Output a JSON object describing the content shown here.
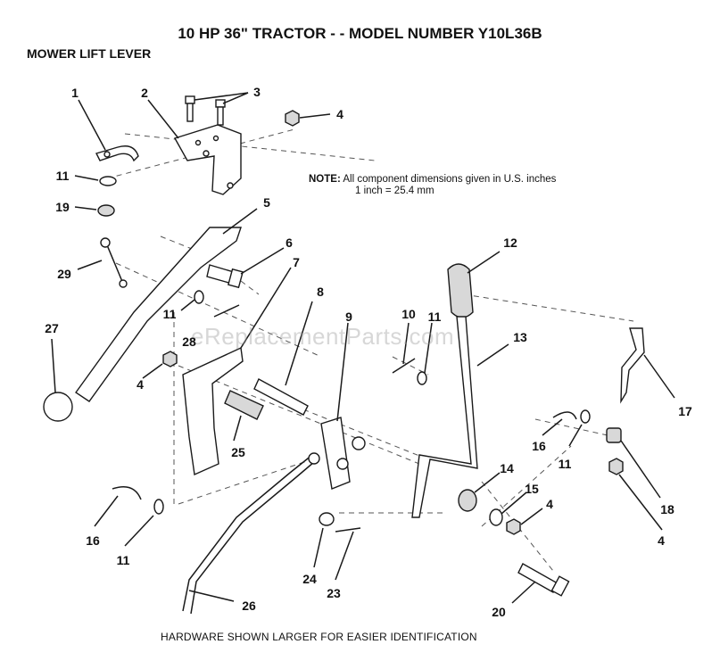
{
  "title": "10 HP 36\" TRACTOR - - MODEL NUMBER Y10L36B",
  "subtitle": "MOWER LIFT LEVER",
  "note": {
    "label": "NOTE:",
    "line1": "All component dimensions given in U.S. inches",
    "line2": "1 inch = 25.4 mm"
  },
  "footer": "HARDWARE SHOWN LARGER FOR EASIER IDENTIFICATION",
  "watermark": "eReplacementParts.com",
  "callouts": {
    "c1": "1",
    "c2": "2",
    "c3": "3",
    "c4a": "4",
    "c4b": "4",
    "c4c": "4",
    "c4d": "4",
    "c5": "5",
    "c6": "6",
    "c7": "7",
    "c8": "8",
    "c9": "9",
    "c10": "10",
    "c11a": "11",
    "c11b": "11",
    "c11c": "11",
    "c11d": "11",
    "c11e": "11",
    "c12": "12",
    "c13": "13",
    "c14": "14",
    "c15": "15",
    "c16a": "16",
    "c16b": "16",
    "c17": "17",
    "c18": "18",
    "c19": "19",
    "c20": "20",
    "c23": "23",
    "c24": "24",
    "c25": "25",
    "c26": "26",
    "c27": "27",
    "c28": "28",
    "c29": "29"
  }
}
